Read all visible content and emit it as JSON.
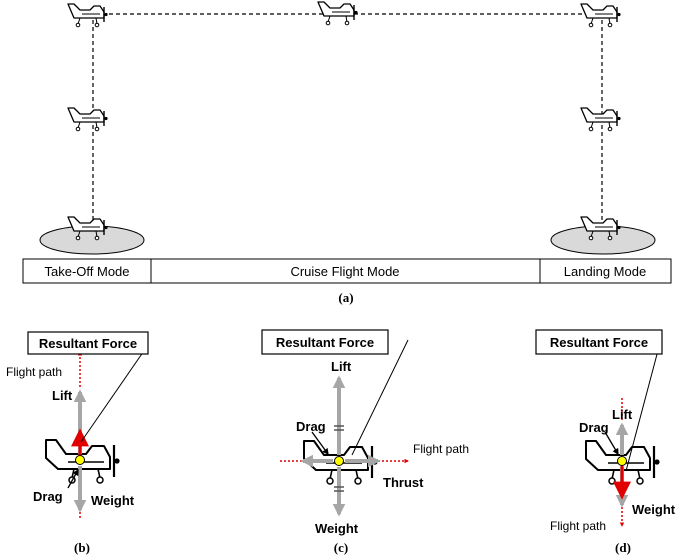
{
  "timeline": {
    "modes": [
      "Take-Off Mode",
      "Cruise Flight Mode",
      "Landing Mode"
    ]
  },
  "captions": {
    "a": "(a)",
    "b": "(b)",
    "c": "(c)",
    "d": "(d)"
  },
  "panel_b": {
    "callout": "Resultant Force",
    "flight_path": "Flight path",
    "lift": "Lift",
    "drag": "Drag",
    "weight": "Weight"
  },
  "panel_c": {
    "callout": "Resultant Force",
    "flight_path": "Flight path",
    "lift": "Lift",
    "drag": "Drag",
    "thrust": "Thrust",
    "weight": "Weight"
  },
  "panel_d": {
    "callout": "Resultant Force",
    "flight_path": "Flight path",
    "lift": "Lift",
    "drag": "Drag",
    "weight": "Weight"
  },
  "colors": {
    "force_arrow": "#a6a6a6",
    "resultant": "#e00000",
    "cg_dot": "#ffff00",
    "ground": "#d9d9d9"
  },
  "icons": [
    "airplane-icon",
    "cg-dot-icon",
    "arrow-icon"
  ]
}
